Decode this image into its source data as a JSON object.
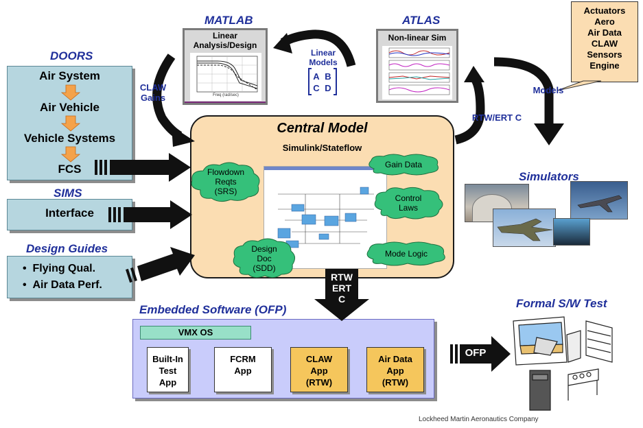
{
  "doors": {
    "title": "DOORS",
    "items": [
      "Air System",
      "Air Vehicle",
      "Vehicle Systems",
      "FCS"
    ]
  },
  "sims": {
    "title": "SIMS",
    "item": "Interface"
  },
  "design_guides": {
    "title": "Design Guides",
    "items": [
      "Flying Qual.",
      "Air Data Perf."
    ]
  },
  "matlab": {
    "title": "MATLAB",
    "window_title": "Linear\nAnalysis/Design",
    "plot_xlabel": "Freq (rad/sec)"
  },
  "atlas": {
    "title": "ATLAS",
    "window_title": "Non-linear Sim"
  },
  "labels": {
    "claw_gains": "CLAW\nGains",
    "linear_models": "Linear\nModels",
    "matrix": [
      "A",
      "B",
      "C",
      "D"
    ],
    "rtw_ert_c": "RTW/ERT C",
    "models": "Models",
    "rtw_stack": "RTW\nERT\nC",
    "ofp_arrow": "OFP"
  },
  "callout": {
    "items": [
      "Actuators",
      "Aero",
      "Air Data",
      "CLAW",
      "Sensors",
      "Engine"
    ]
  },
  "central": {
    "title": "Central Model",
    "subtitle": "Simulink/Stateflow",
    "clouds": {
      "flowdown": "Flowdown\nReqts\n(SRS)",
      "gain": "Gain Data",
      "control": "Control\nLaws",
      "mode": "Mode Logic",
      "design": "Design\nDoc\n(SDD)"
    }
  },
  "simulators": {
    "title": "Simulators"
  },
  "embedded": {
    "title": "Embedded Software (OFP)",
    "os": "VMX OS",
    "apps": [
      "Built-In\nTest\nApp",
      "FCRM\nApp",
      "CLAW\nApp\n(RTW)",
      "Air Data\nApp\n(RTW)"
    ]
  },
  "formal_test": {
    "title": "Formal S/W Test"
  },
  "footer": {
    "company": "Lockheed Martin Aeronautics Company"
  },
  "colors": {
    "requirements_box": "#b6d6df",
    "central_model": "#fbddb2",
    "cloud": "#35c07a",
    "ofp_panel": "#c9ccfb",
    "app_box_yellow": "#f5c65c",
    "title_blue": "#1f2f9a"
  }
}
